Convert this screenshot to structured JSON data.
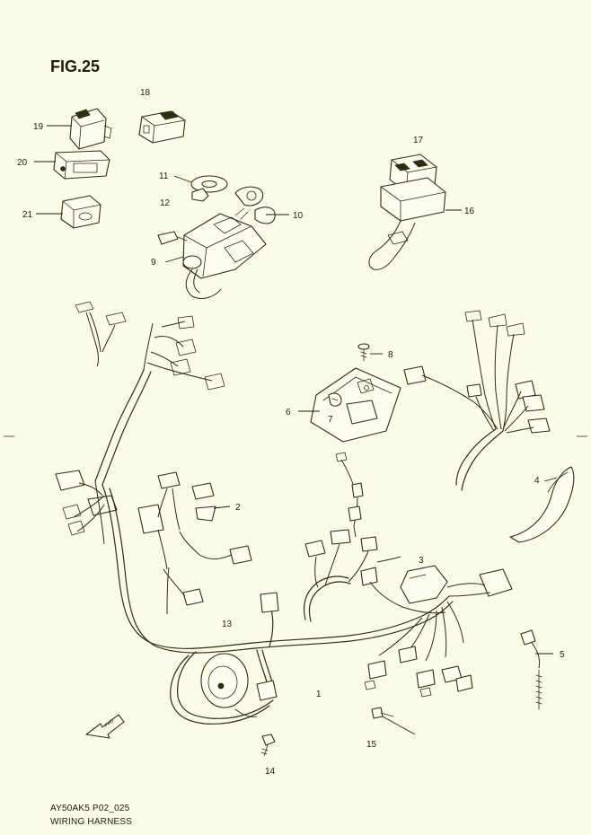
{
  "figure": {
    "title": "FIG.25"
  },
  "footer": {
    "code": "AY50AK5 P02_025",
    "name": "WIRING HARNESS"
  },
  "callouts": {
    "c1": "1",
    "c2": "2",
    "c3": "3",
    "c4": "4",
    "c5": "5",
    "c6": "6",
    "c7": "7",
    "c8": "8",
    "c9": "9",
    "c10": "10",
    "c11": "11",
    "c12": "12",
    "c13": "13",
    "c14": "14",
    "c15": "15",
    "c16": "16",
    "c17": "17",
    "c18": "18",
    "c19": "19",
    "c20": "20",
    "c21": "21"
  },
  "direction_marker": {
    "label": "FWD"
  },
  "colors": {
    "background": "#fbfbe9",
    "line": "#2e2e10"
  }
}
